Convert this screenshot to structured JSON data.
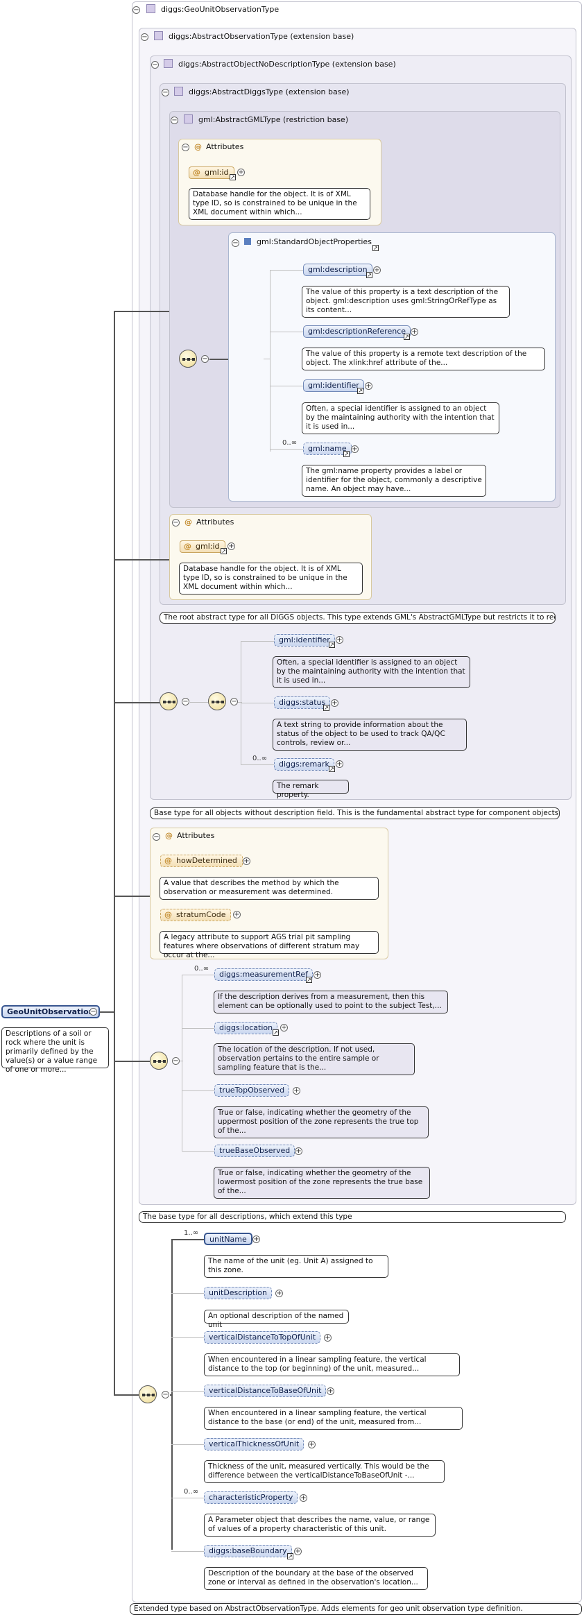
{
  "root": {
    "label": "GeoUnitObservation",
    "desc": "Descriptions of a soil or rock where the unit is primarily defined by the value(s) or a value range of one or more..."
  },
  "types": {
    "geo_unit_observation_type": "diggs:GeoUnitObservationType",
    "abstract_observation_type": "diggs:AbstractObservationType (extension base)",
    "abstract_object_no_description_type": "diggs:AbstractObjectNoDescriptionType (extension base)",
    "abstract_diggs_type": "diggs:AbstractDiggsType (extension base)",
    "abstract_gml_type": "gml:AbstractGMLType (restriction base)",
    "standard_object_properties": "gml:StandardObjectProperties"
  },
  "attributes_title": "Attributes",
  "attr_gml_id": {
    "name": "gml:id",
    "desc": "Database handle for the object. It is of XML type ID, so is constrained to be unique in the XML document within which..."
  },
  "gml_elements": [
    {
      "name": "gml:description",
      "desc": "The value of this property is a text description of the object. gml:description uses gml:StringOrRefType as its content..."
    },
    {
      "name": "gml:descriptionReference",
      "desc": "The value of this property is a remote text description of the object. The xlink:href attribute of the..."
    },
    {
      "name": "gml:identifier",
      "desc": "Often, a special identifier is assigned to an object by the maintaining authority with the intention that it is used in..."
    },
    {
      "name": "gml:name",
      "desc": "The gml:name property provides a label or identifier for the object, commonly a descriptive name. An object may have...",
      "card": "0..∞"
    }
  ],
  "diggs_abstract_caption": "The root abstract type for all DIGGS objects. This type extends GML's AbstractGMLType but restricts it to require a...",
  "nodesc_elements": [
    {
      "name": "gml:identifier",
      "desc": "Often, a special identifier is assigned to an object by the maintaining authority with the intention that it is used in..."
    },
    {
      "name": "diggs:status",
      "desc": "A text string to provide information about the status of the object to be used to track QA/QC controls, review or..."
    },
    {
      "name": "diggs:remark",
      "desc": "The remark property.",
      "card": "0..∞"
    }
  ],
  "nodesc_caption": "Base type for all objects without description field. This is the fundamental abstract type for component objects...",
  "obs_attributes": [
    {
      "name": "howDetermined",
      "desc": "A value that describes the method by which the observation or measurement was determined."
    },
    {
      "name": "stratumCode",
      "desc": "A legacy attribute to support AGS trial pit sampling features where observations of different stratum may occur at the..."
    }
  ],
  "obs_elements": [
    {
      "name": "diggs:measurementRef",
      "desc": "If the description derives from a measurement, then this element can be optionally used to point to the subject Test,...",
      "card": "0..∞"
    },
    {
      "name": "diggs:location",
      "desc": "The location of the description. If not used, observation pertains to the entire sample or sampling feature that is the..."
    },
    {
      "name": "trueTopObserved",
      "desc": "True or false, indicating whether the geometry of the uppermost position of the zone represents the true top of the..."
    },
    {
      "name": "trueBaseObserved",
      "desc": "True or false, indicating whether the geometry of the lowermost position of the zone represents the true base of the..."
    }
  ],
  "obs_caption": "The base type for all descriptions, which extend this type",
  "unit_elements": [
    {
      "name": "unitName",
      "desc": "The name of the unit (eg. Unit A) assigned to this zone.",
      "card": "1..∞"
    },
    {
      "name": "unitDescription",
      "desc": "An optional description of the named unit"
    },
    {
      "name": "verticalDistanceToTopOfUnit",
      "desc": "When encountered in a linear sampling feature, the vertical distance to the top (or beginning) of the unit, measured..."
    },
    {
      "name": "verticalDistanceToBaseOfUnit",
      "desc": "When encountered in a linear sampling feature, the vertical distance to the base (or end) of the unit, measured from..."
    },
    {
      "name": "verticalThicknessOfUnit",
      "desc": "Thickness of the unit, measured vertically. This would be the difference between the verticalDistanceToBaseOfUnit -..."
    },
    {
      "name": "characteristicProperty",
      "desc": "A Parameter object that describes the name, value, or range of values of a property characteristic of this unit.",
      "card": "0..∞"
    },
    {
      "name": "diggs:baseBoundary",
      "desc": "Description of the boundary at the base of the observed zone or interval as defined in the observation's location..."
    }
  ],
  "outer_caption": "Extended type based on AbstractObservationType. Adds elements for geo unit observation type definition.",
  "icons": {
    "collapse": "minus-circle-icon",
    "expand": "plus-circle-icon",
    "complex_type": "complex-type-icon",
    "attribute": "at-sign-icon",
    "sequence": "sequence-compositor-icon",
    "group": "group-icon",
    "link": "link-arrow-icon"
  },
  "colors": {
    "element_fill": "#c9d6ef",
    "element_border": "#6f87b6",
    "attribute_fill": "#f3dfb6",
    "type_box_fill": "#f5f4fa",
    "connector": "#555555"
  }
}
